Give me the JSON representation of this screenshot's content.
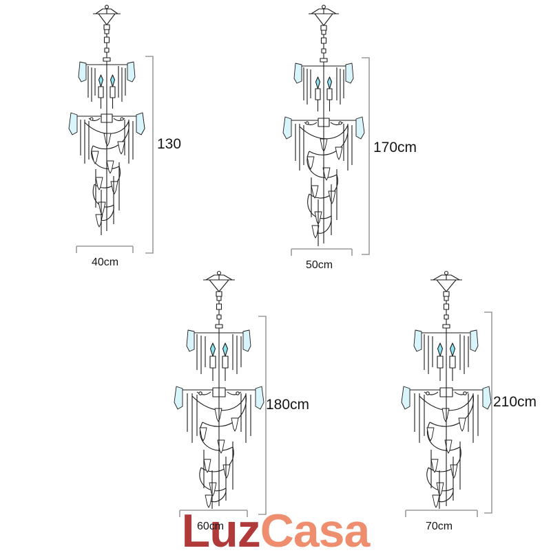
{
  "page": {
    "background_color": "#ffffff",
    "line_color": "#1a1a1a",
    "dimension_line_color": "#9a9a9a",
    "crystal_glow_color": "#8fe3f0",
    "crystal_fill_color": "#d9f4fa"
  },
  "watermark": {
    "text_primary": "Luz",
    "text_secondary": "Casa",
    "color_primary": "#b03a3a",
    "color_secondary": "#ef8e6e"
  },
  "products": [
    {
      "id": "chandelier-40",
      "height_label": "130",
      "width_label": "40cm",
      "spiral_turns": 4,
      "scale": 1.0
    },
    {
      "id": "chandelier-50",
      "height_label": "170cm",
      "width_label": "50cm",
      "spiral_turns": 5,
      "scale": 1.08
    },
    {
      "id": "chandelier-60",
      "height_label": "180cm",
      "width_label": "60cm",
      "spiral_turns": 6,
      "scale": 1.16
    },
    {
      "id": "chandelier-70",
      "height_label": "210cm",
      "width_label": "70cm",
      "spiral_turns": 6,
      "scale": 1.16
    }
  ]
}
